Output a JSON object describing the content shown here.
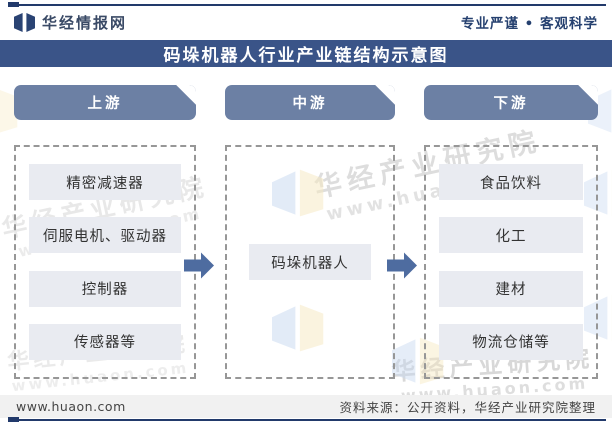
{
  "header": {
    "brand": "华经情报网",
    "slogan": "专业严谨 • 客观科学",
    "logo_icon": "open-book-logo-icon"
  },
  "title": "码垛机器人行业产业链结构示意图",
  "columns": [
    {
      "header": "上游",
      "items": [
        "精密减速器",
        "伺服电机、驱动器",
        "控制器",
        "传感器等"
      ]
    },
    {
      "header": "中游",
      "items": [
        "码垛机器人"
      ]
    },
    {
      "header": "下游",
      "items": [
        "食品饮料",
        "化工",
        "建材",
        "物流仓储等"
      ]
    }
  ],
  "arrows": {
    "icon": "right-arrow-icon",
    "count": 2
  },
  "watermark": {
    "text": "华经产业研究院",
    "url": "www.huaon.com",
    "logo_icon": "open-book-logo-icon"
  },
  "footer": {
    "site": "www.huaon.com",
    "source": "资料来源：公开资料，华经产业研究院整理"
  },
  "colors": {
    "navy_rule": "#223A6B",
    "title_bar": "#3A5488",
    "column_header": "#6C80A4",
    "box_fill": "#E9EBF1",
    "arrow": "#4E6CA0",
    "dashed_border": "#979797",
    "watermark_blue": "#C7D8F1",
    "watermark_yellow": "#F7E9C0",
    "footer_bg": "#F1F1F1"
  }
}
